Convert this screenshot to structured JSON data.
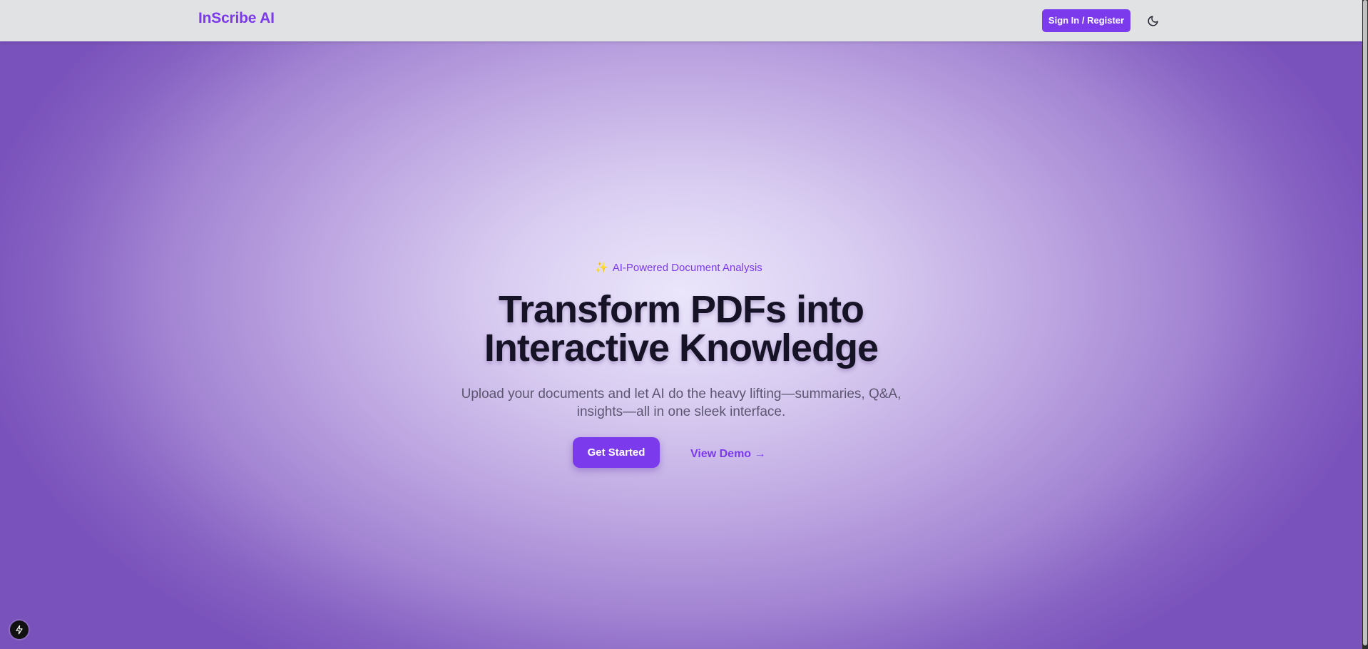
{
  "navbar": {
    "brand": "InScribe AI",
    "signin_label": "Sign In / Register",
    "theme_icon": "moon-icon"
  },
  "hero": {
    "eyebrow_icon": "✨",
    "eyebrow_text": "AI-Powered Document Analysis",
    "headline_line1": "Transform PDFs into",
    "headline_line2": "Interactive Knowledge",
    "subtitle_line1": "Upload your documents and let AI do the heavy lifting—summaries, Q&A,",
    "subtitle_line2": "insights—all in one sleek interface.",
    "primary_cta": "Get Started",
    "secondary_cta": "View Demo →"
  },
  "dev_indicator": {
    "icon": "lightning-icon"
  },
  "colors": {
    "accent": "#7c3aed",
    "headline": "#171326",
    "subtitle": "#5c5670",
    "navbar_bg": "#e1e2e4"
  }
}
